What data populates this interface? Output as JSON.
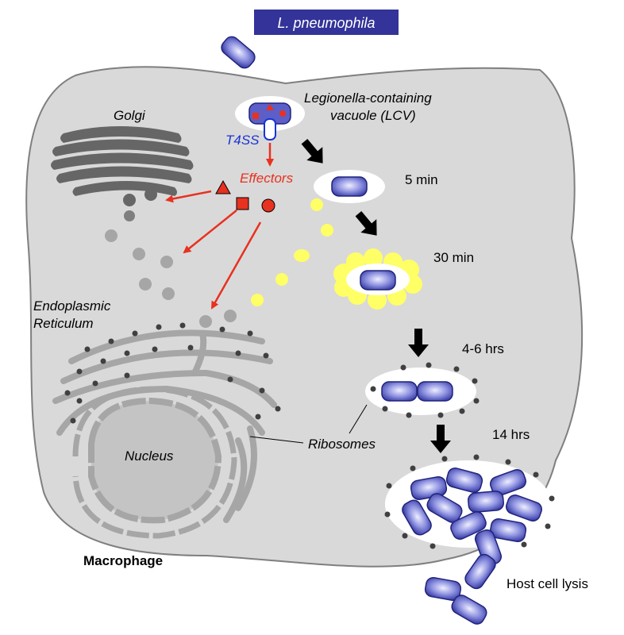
{
  "title_banner": "L. pneumophila",
  "labels": {
    "golgi": "Golgi",
    "lcv_line1": "Legionella-containing",
    "lcv_line2": "vacuole (LCV)",
    "t4ss": "T4SS",
    "effectors": "Effectors",
    "er_line1": "Endoplasmic",
    "er_line2": "Reticulum",
    "nucleus": "Nucleus",
    "ribosomes": "Ribosomes",
    "macrophage": "Macrophage",
    "host_cell_lysis": "Host cell lysis"
  },
  "timepoints": {
    "t1": "5 min",
    "t2": "30 min",
    "t3": "4-6 hrs",
    "t4": "14 hrs"
  },
  "colors": {
    "cell": "#d9d9d9",
    "cell_border": "#7f7f7f",
    "banner": "#333399",
    "bacterium": "#5b5fc7",
    "bacterium_highlight": "#e8e8ff",
    "organelle": "#666666",
    "organelle_light": "#a6a6a6",
    "effector": "#e8311f",
    "t4ss": "#1a33d6",
    "er_vesicle_yellow": "#ffff66",
    "ribosome": "#404040"
  }
}
